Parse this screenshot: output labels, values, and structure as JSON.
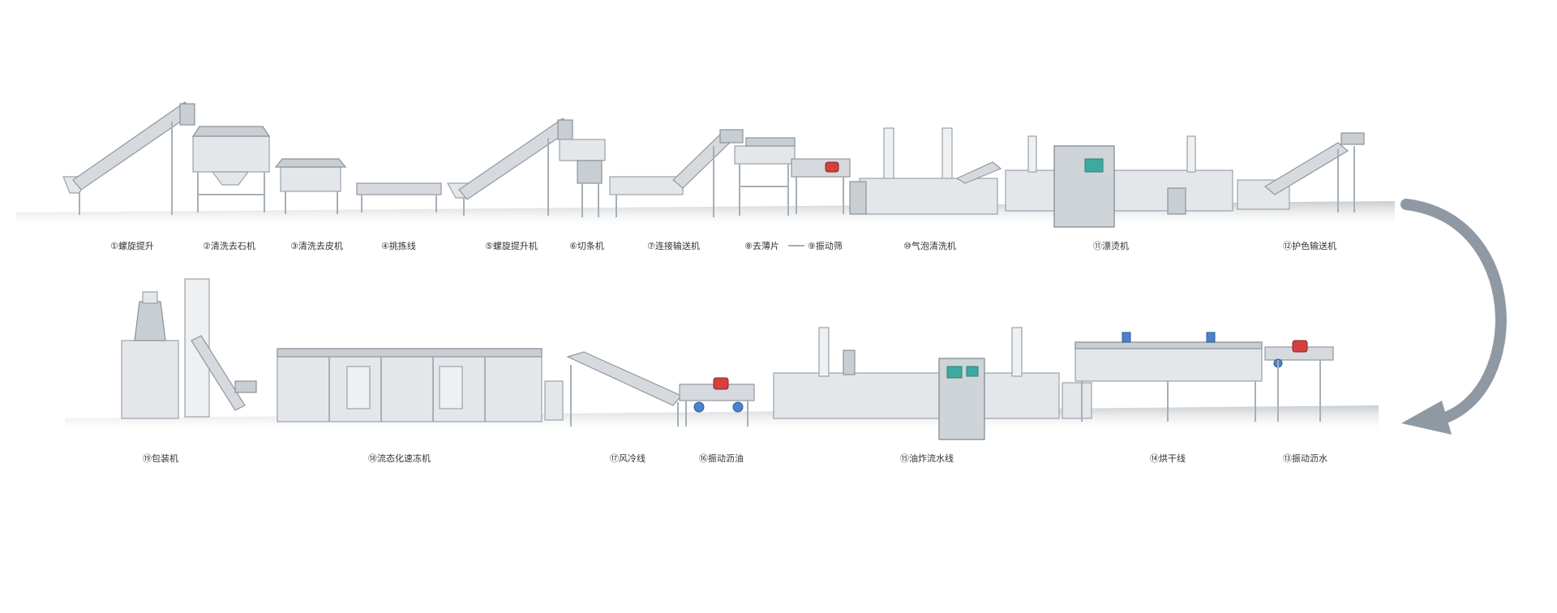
{
  "diagram": {
    "row1_labels": [
      "①螺旋提升",
      "②清洗去石机",
      "③清洗去皮机",
      "④挑拣线",
      "⑤螺旋提升机",
      "⑥切条机",
      "⑦连接输送机",
      "⑧去薄片",
      "⑨振动筛",
      "⑩气泡清洗机",
      "⑪漂烫机",
      "⑫护色输送机"
    ],
    "row2_labels": [
      "⑲包装机",
      "⑱流态化速冻机",
      "⑰风冷线",
      "⑯振动沥油",
      "⑮油炸流水线",
      "⑭烘干线",
      "⑬振动沥水"
    ],
    "flow_arrow_color": "#8e99a3"
  }
}
